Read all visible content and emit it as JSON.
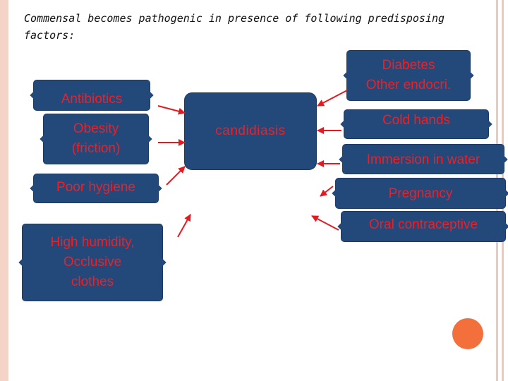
{
  "title": "Commensal becomes pathogenic in presence of following predisposing factors:",
  "center": "candidiasis",
  "left_factors": [
    "Antibiotics",
    "Obesity\n(friction)",
    "Poor hygiene",
    "High humidity,\nOcclusive\nclothes"
  ],
  "right_factors": [
    "Diabetes\nOther endocri.",
    "Cold hands",
    "Immersion in water",
    "Pregnancy",
    "Oral contraceptive"
  ],
  "colors": {
    "box_fill": "#23487a",
    "box_text": "#e8222a",
    "arrow": "#e11b22",
    "accent": "#f36f3c"
  }
}
